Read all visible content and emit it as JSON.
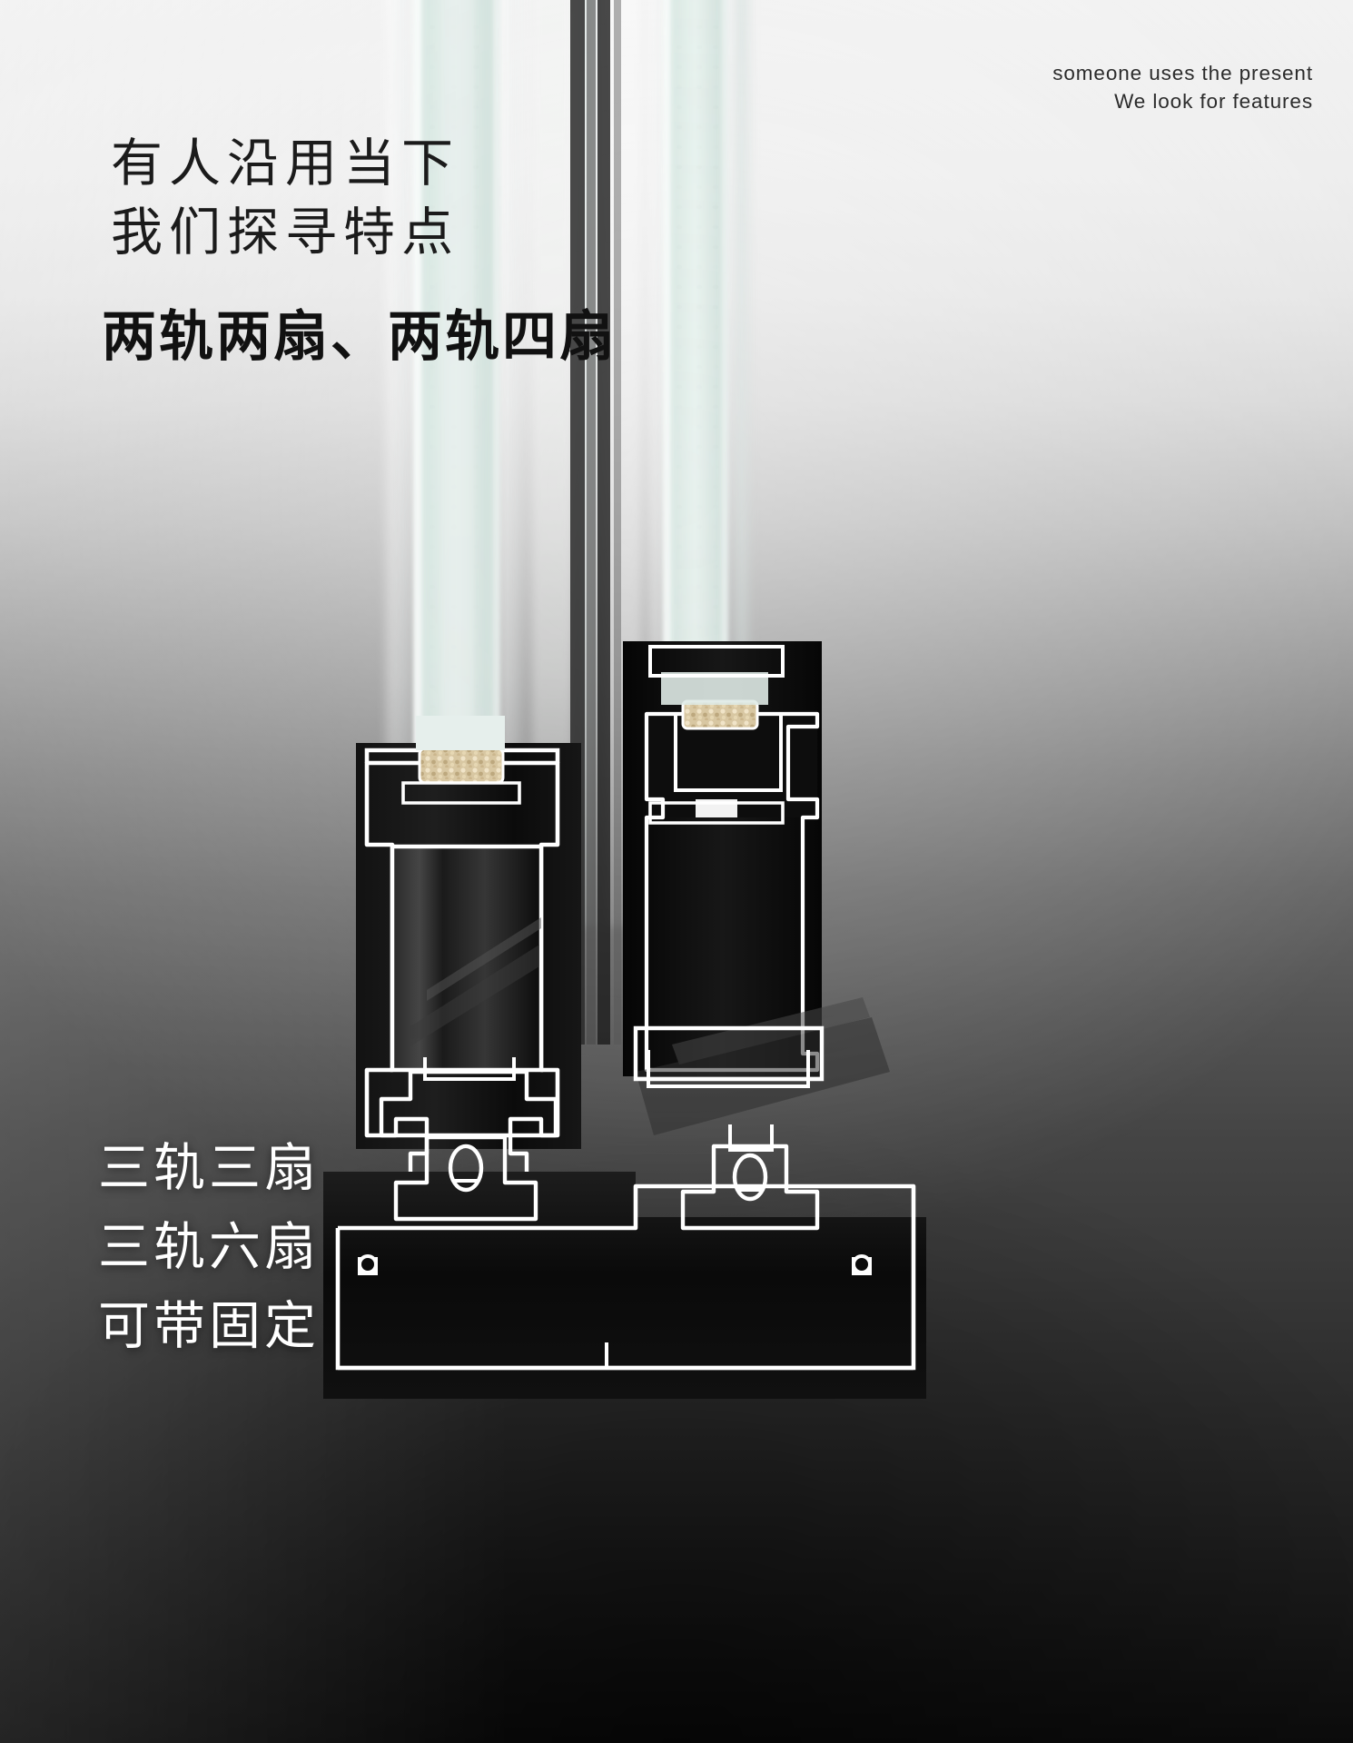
{
  "poster": {
    "english_lines": [
      "someone uses the present",
      "We look for features"
    ],
    "subhead_lines": [
      "有人沿用当下",
      "我们探寻特点"
    ],
    "headline": "两轨两扇、两轨四扇",
    "bottom_lines": [
      "三轨三扇",
      "三轨六扇",
      "可带固定"
    ],
    "colors": {
      "text_dark": "#1b1b1b",
      "text_light": "#ffffff",
      "english_gray": "#2b2b2b",
      "glass_tint": "#cfe0da",
      "profile_black": "#0b0b0b",
      "outline_white": "#ffffff",
      "insulation_beige": "#d9c9a6"
    },
    "product": {
      "subject_name": "aluminium-sliding-window-profile-cross-section",
      "glass_unit_label": "insulated-glass-unit",
      "frame_label": "black-aluminium-frame",
      "track_label": "double-track-sill",
      "roller_label": "roller-carriage"
    }
  }
}
